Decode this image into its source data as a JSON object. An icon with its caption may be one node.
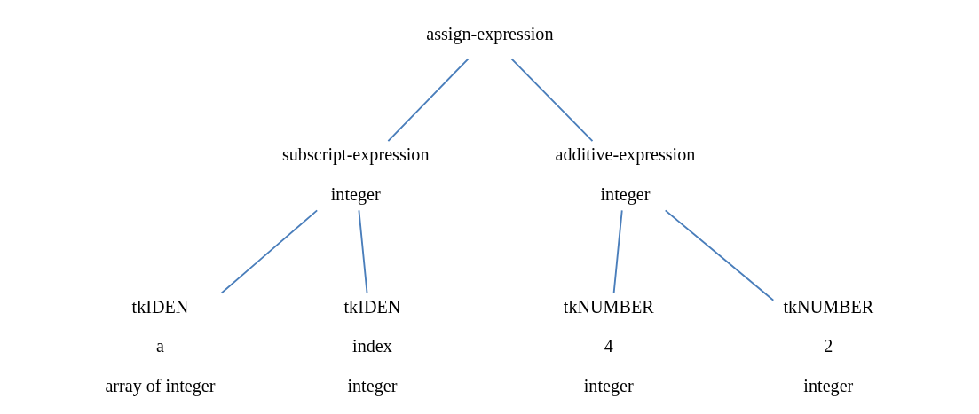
{
  "diagram": {
    "nodes": [
      {
        "text": [
          "assign-expression"
        ]
      },
      {
        "text": [
          "subscript-expression",
          "integer"
        ]
      },
      {
        "text": [
          "additive-expression",
          "integer"
        ]
      },
      {
        "text": [
          "tkIDEN",
          "a",
          "array of integer"
        ]
      },
      {
        "text": [
          "tkIDEN",
          "index",
          "integer"
        ]
      },
      {
        "text": [
          "tkNUMBER",
          "4",
          "integer"
        ]
      },
      {
        "text": [
          "tkNUMBER",
          "2",
          "integer"
        ]
      }
    ],
    "edges": [
      {
        "from": 0,
        "to": 1,
        "arrow": "none"
      },
      {
        "from": 0,
        "to": 2,
        "arrow": "none"
      },
      {
        "from": 1,
        "to": 3,
        "arrow": "none"
      },
      {
        "from": 1,
        "to": 4,
        "arrow": "none"
      },
      {
        "from": 2,
        "to": 5,
        "arrow": "none"
      },
      {
        "from": 2,
        "to": 6,
        "arrow": "none"
      }
    ]
  }
}
